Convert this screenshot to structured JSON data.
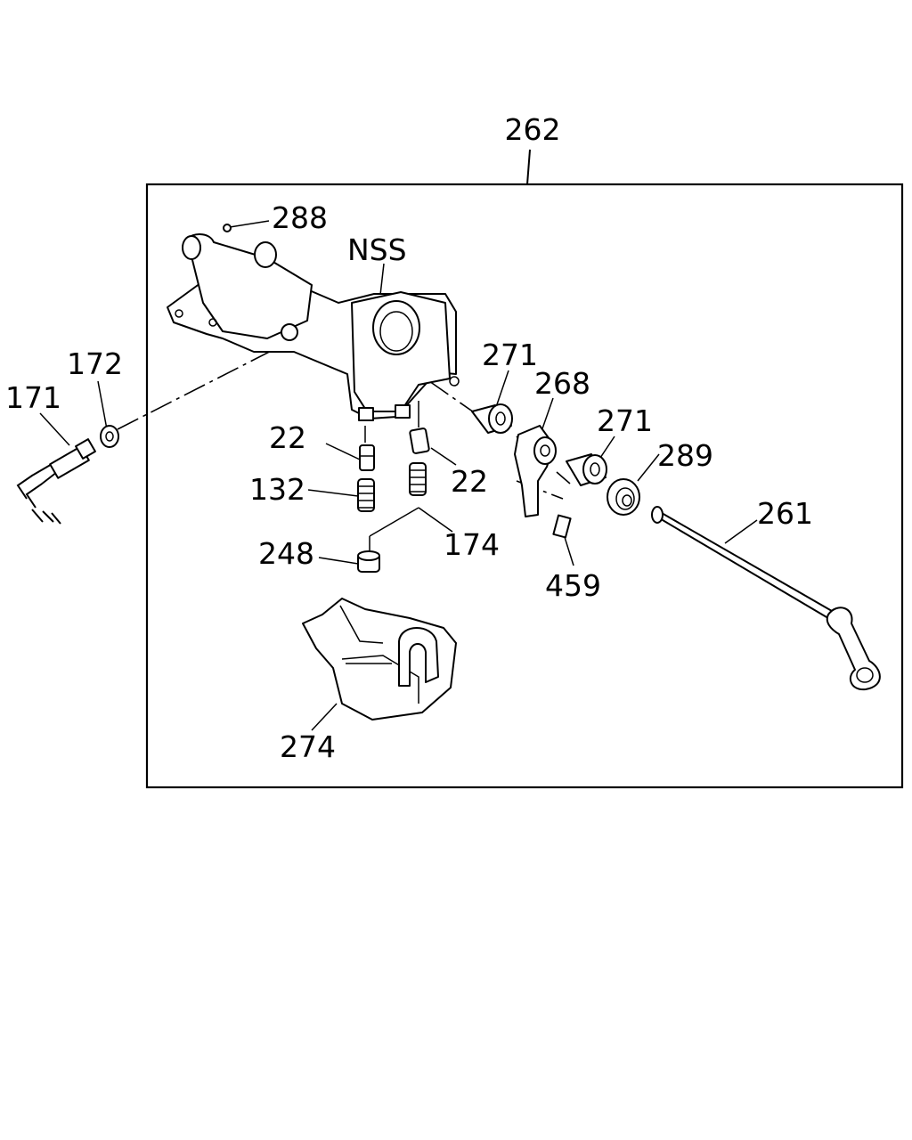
{
  "diagram": {
    "callouts": {
      "assembly": "262",
      "c288": "288",
      "nss": "NSS",
      "c172": "172",
      "c171": "171",
      "c271a": "271",
      "c268": "268",
      "c271b": "271",
      "c289": "289",
      "c22a": "22",
      "c22b": "22",
      "c132": "132",
      "c174": "174",
      "c248": "248",
      "c459": "459",
      "c261": "261",
      "c274": "274"
    }
  }
}
